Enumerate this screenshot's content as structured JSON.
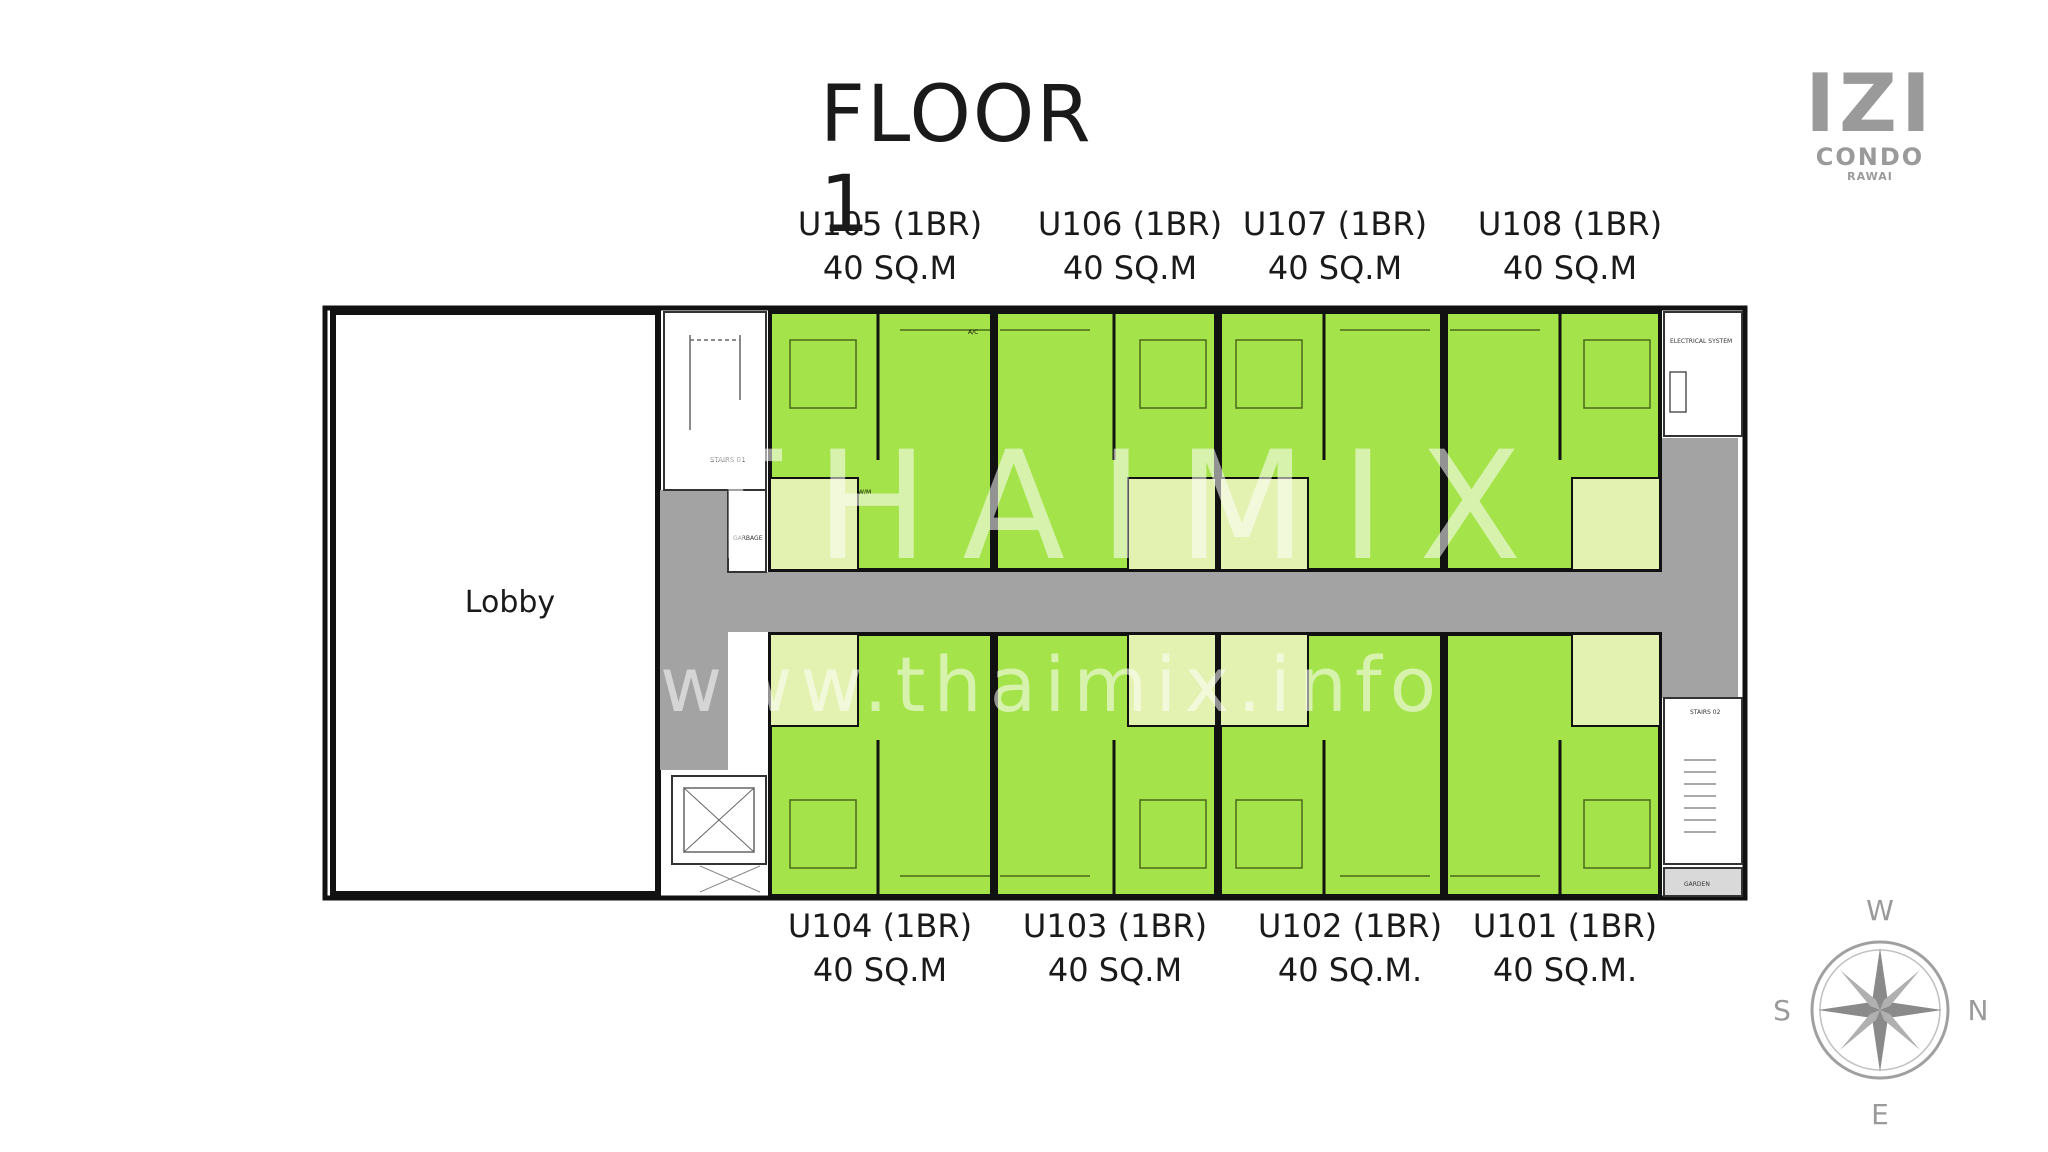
{
  "title": "FLOOR 1",
  "logo": {
    "brand": "IZI",
    "line2": "CONDO",
    "line3": "RAWAI"
  },
  "lobby": "Lobby",
  "units_top": [
    {
      "name": "U105 (1BR)",
      "area": "40 SQ.M"
    },
    {
      "name": "U106 (1BR)",
      "area": "40 SQ.M"
    },
    {
      "name": "U107 (1BR)",
      "area": "40 SQ.M"
    },
    {
      "name": "U108 (1BR)",
      "area": "40 SQ.M"
    }
  ],
  "units_bottom": [
    {
      "name": "U104 (1BR)",
      "area": "40 SQ.M"
    },
    {
      "name": "U103 (1BR)",
      "area": "40 SQ.M"
    },
    {
      "name": "U102 (1BR)",
      "area": "40 SQ.M."
    },
    {
      "name": "U101 (1BR)",
      "area": "40 SQ.M."
    }
  ],
  "watermark": {
    "brand": "THAIMIX",
    "url": "www.thaimix.info"
  },
  "compass": {
    "w": "W",
    "n": "N",
    "e": "E",
    "s": "S"
  },
  "plan_labels": {
    "stairs_1": "STAIRS 01",
    "stairs_2": "STAIRS 02",
    "garbage_1": "GARBAGE",
    "garbage_2": "GARDEN",
    "electrical": "ELECTRICAL SYSTEM",
    "ac": "A/C",
    "wm": "W/M"
  },
  "colors": {
    "unit": "#a5e34a",
    "bath": "#e3f2b0",
    "corridor": "#a3a3a3",
    "wall": "#111111"
  }
}
